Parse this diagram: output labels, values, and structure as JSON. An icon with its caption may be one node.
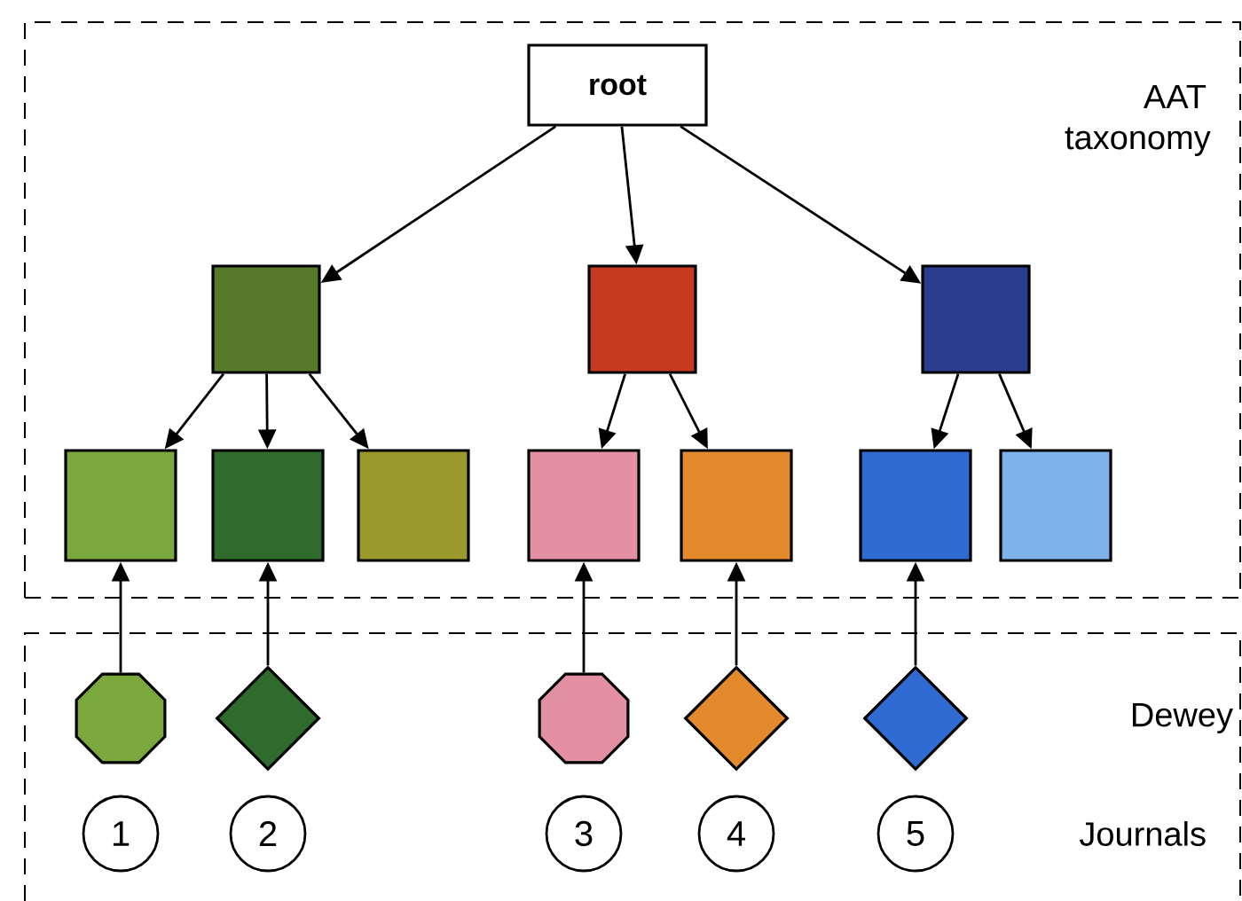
{
  "diagram": {
    "nodes": [
      {
        "text": [
          "AAT taxonomy"
        ]
      },
      {
        "text": [
          "root"
        ],
        "in": 0
      },
      {
        "text": [],
        "shape": "box",
        "in": 0
      },
      {
        "text": [],
        "shape": "box",
        "in": 0
      },
      {
        "text": [],
        "shape": "box",
        "in": 0
      },
      {
        "text": [],
        "shape": "box",
        "in": 0
      },
      {
        "text": [],
        "shape": "box",
        "in": 0
      },
      {
        "text": [],
        "shape": "box",
        "in": 0
      },
      {
        "text": [],
        "shape": "box",
        "in": 0
      },
      {
        "text": [],
        "shape": "box",
        "in": 0
      },
      {
        "text": [],
        "shape": "box",
        "in": 0
      },
      {
        "text": [],
        "shape": "box",
        "in": 0
      },
      {
        "text": [
          "Dewey",
          "Journals"
        ]
      },
      {
        "text": [],
        "shape": "octagon",
        "in": 12
      },
      {
        "text": [],
        "shape": "diamond",
        "in": 12
      },
      {
        "text": [],
        "shape": "octagon",
        "in": 12
      },
      {
        "text": [],
        "shape": "diamond",
        "in": 12
      },
      {
        "text": [],
        "shape": "diamond",
        "in": 12
      },
      {
        "text": [
          "1"
        ],
        "in": 12
      },
      {
        "text": [
          "2"
        ],
        "in": 12
      },
      {
        "text": [
          "3"
        ],
        "in": 12
      },
      {
        "text": [
          "4"
        ],
        "in": 12
      },
      {
        "text": [
          "5"
        ],
        "in": 12
      }
    ],
    "edges": [
      {
        "from": 1,
        "to": 2,
        "arrow": "to"
      },
      {
        "from": 1,
        "to": 3,
        "arrow": "to"
      },
      {
        "from": 1,
        "to": 4,
        "arrow": "to"
      },
      {
        "from": 2,
        "to": 5,
        "arrow": "to"
      },
      {
        "from": 2,
        "to": 6,
        "arrow": "to"
      },
      {
        "from": 2,
        "to": 7,
        "arrow": "to"
      },
      {
        "from": 3,
        "to": 8,
        "arrow": "to"
      },
      {
        "from": 3,
        "to": 9,
        "arrow": "to"
      },
      {
        "from": 4,
        "to": 10,
        "arrow": "to"
      },
      {
        "from": 4,
        "to": 11,
        "arrow": "to"
      },
      {
        "from": 13,
        "to": 5,
        "arrow": "to"
      },
      {
        "from": 14,
        "to": 6,
        "arrow": "to"
      },
      {
        "from": 15,
        "to": 8,
        "arrow": "to"
      },
      {
        "from": 16,
        "to": 9,
        "arrow": "to"
      },
      {
        "from": 17,
        "to": 10,
        "arrow": "to"
      }
    ]
  }
}
